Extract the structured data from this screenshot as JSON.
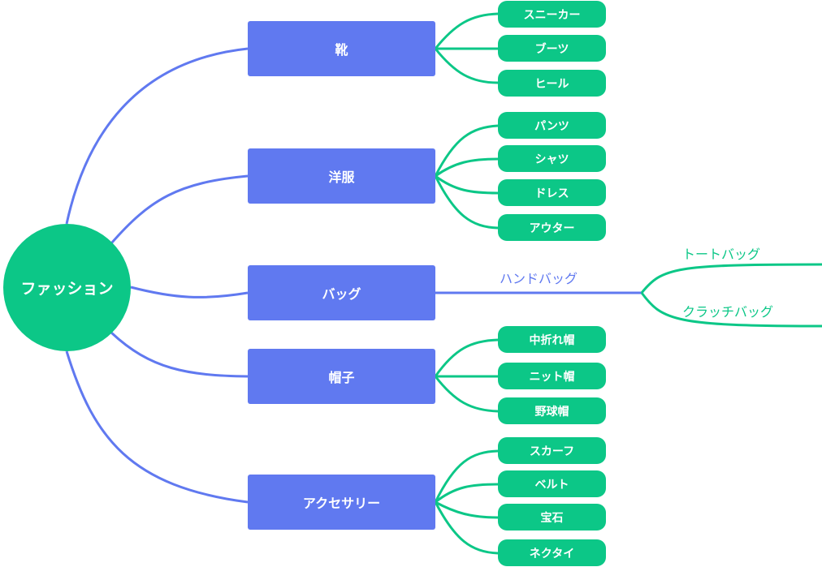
{
  "colors": {
    "blue": "#6079f0",
    "green": "#0cc787"
  },
  "root": {
    "label": "ファッション"
  },
  "branches": [
    {
      "label": "靴",
      "children": [
        "スニーカー",
        "ブーツ",
        "ヒール"
      ]
    },
    {
      "label": "洋服",
      "children": [
        "パンツ",
        "シャツ",
        "ドレス",
        "アウター"
      ]
    },
    {
      "label": "バッグ",
      "edge_label": "ハンドバッグ",
      "sub_labels": [
        "トートバッグ",
        "クラッチバッグ"
      ]
    },
    {
      "label": "帽子",
      "children": [
        "中折れ帽",
        "ニット帽",
        "野球帽"
      ]
    },
    {
      "label": "アクセサリー",
      "children": [
        "スカーフ",
        "ベルト",
        "宝石",
        "ネクタイ"
      ]
    }
  ]
}
